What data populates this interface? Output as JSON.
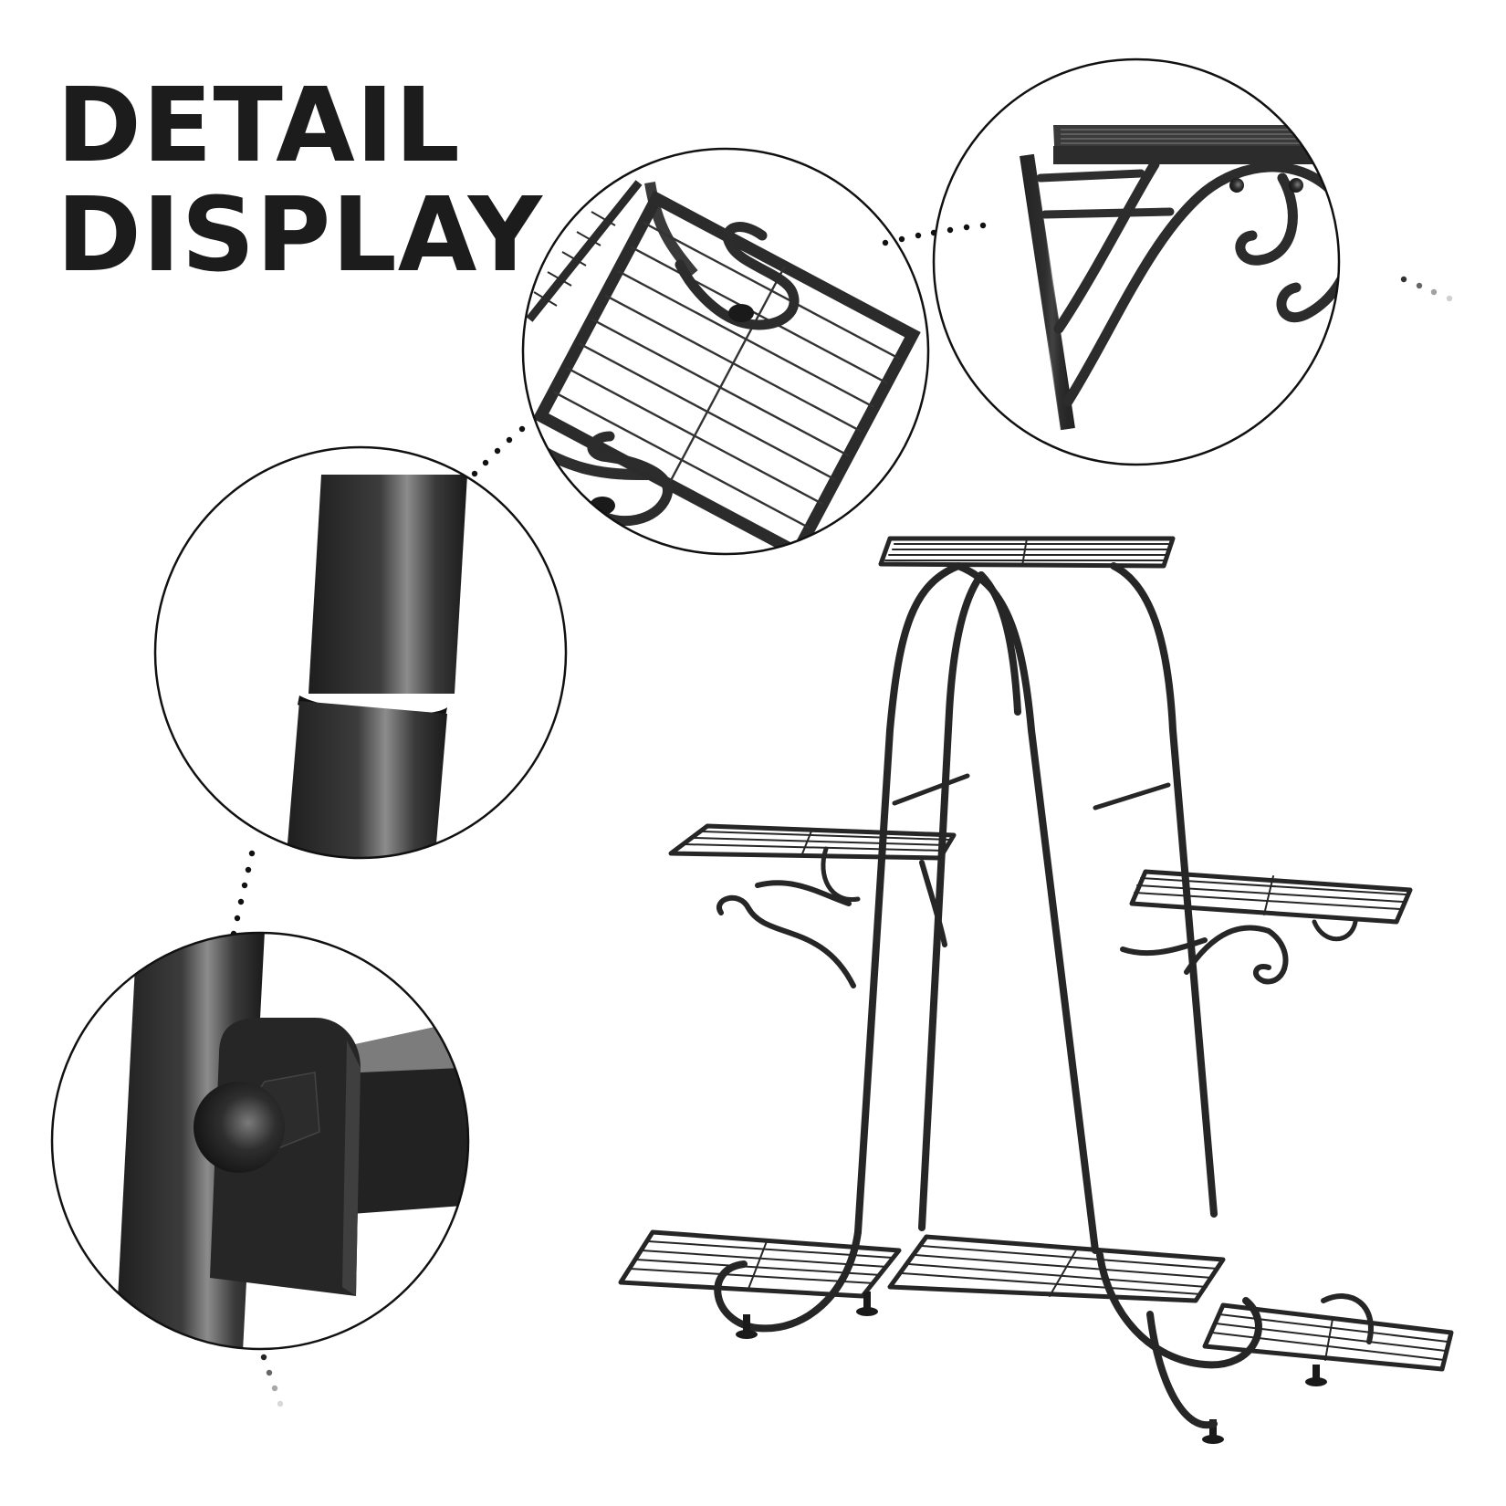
{
  "headline": {
    "line1": "DETAIL",
    "line2": "DISPLAY"
  },
  "colors": {
    "background": "#ffffff",
    "text": "#1c1c1c",
    "metal": "#2a2a2a",
    "metal_highlight": "#8a8a8a",
    "circle_outline": "#111111"
  },
  "detail_views": [
    {
      "id": "grid-shelf",
      "subject": "Square wire-grid shelf with scroll bracket and foot pad"
    },
    {
      "id": "scroll-bracket",
      "subject": "Curved scroll support bracket under shelf"
    },
    {
      "id": "tube-joint",
      "subject": "Sleeve joint connecting two frame tubes"
    },
    {
      "id": "cap-nut",
      "subject": "Acorn cap nut fastening shelf tab to frame tube"
    }
  ],
  "product": {
    "name": "6-tier metal plant stand",
    "shelf_count": 6
  }
}
